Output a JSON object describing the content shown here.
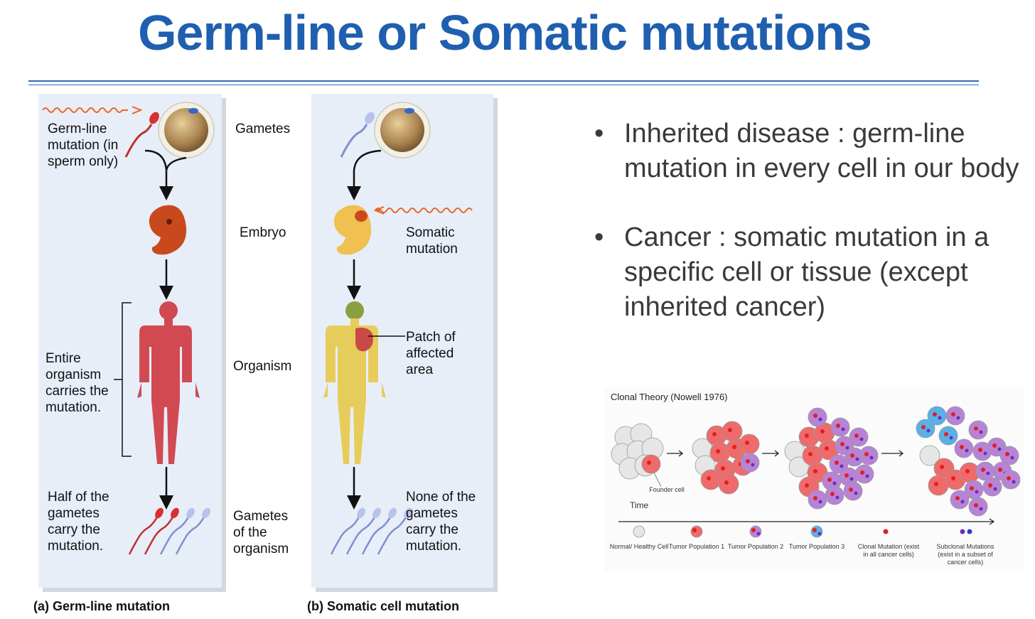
{
  "title": "Germ-line or Somatic mutations",
  "colors": {
    "title": "#1f5fb0",
    "rule": "#2f6db5",
    "panel": "#e8eef8",
    "mutation_wave": "#e8651f"
  },
  "diagram": {
    "stages": [
      "Gametes",
      "Embryo",
      "Organism",
      "Gametes of the organism"
    ],
    "panel_a": {
      "caption": "(a) Germ-line mutation",
      "germline_label": "Germ-line mutation (in sperm only)",
      "entire_label": "Entire organism carries the mutation.",
      "half_label": "Half of the gametes carry the mutation."
    },
    "panel_b": {
      "caption": "(b) Somatic cell mutation",
      "somatic_label": "Somatic mutation",
      "patch_label": "Patch of affected area",
      "none_label": "None of the gametes carry the mutation."
    }
  },
  "bullets": [
    "Inherited disease : germ-line mutation in every cell in our body",
    "Cancer : somatic mutation in a specific cell or tissue (except inherited cancer)"
  ],
  "clonal": {
    "title": "Clonal Theory (Nowell 1976)",
    "founder_label": "Founder cell",
    "time_label": "Time",
    "legend": [
      {
        "label": "Normal/ Healthy Cell",
        "color": "#e6e6e6"
      },
      {
        "label": "Tumor Population 1",
        "color": "#ef6b6b"
      },
      {
        "label": "Tumor Population 2",
        "color": "#b783d6"
      },
      {
        "label": "Tumor Population 3",
        "color": "#5ab0e8"
      },
      {
        "label": "Clonal Mutation (exist in all cancer cells)",
        "color": "#e02020"
      },
      {
        "label": "Subclonal Mutations (exist in a subset of cancer cells)",
        "color": "#6a2fb8"
      }
    ]
  }
}
